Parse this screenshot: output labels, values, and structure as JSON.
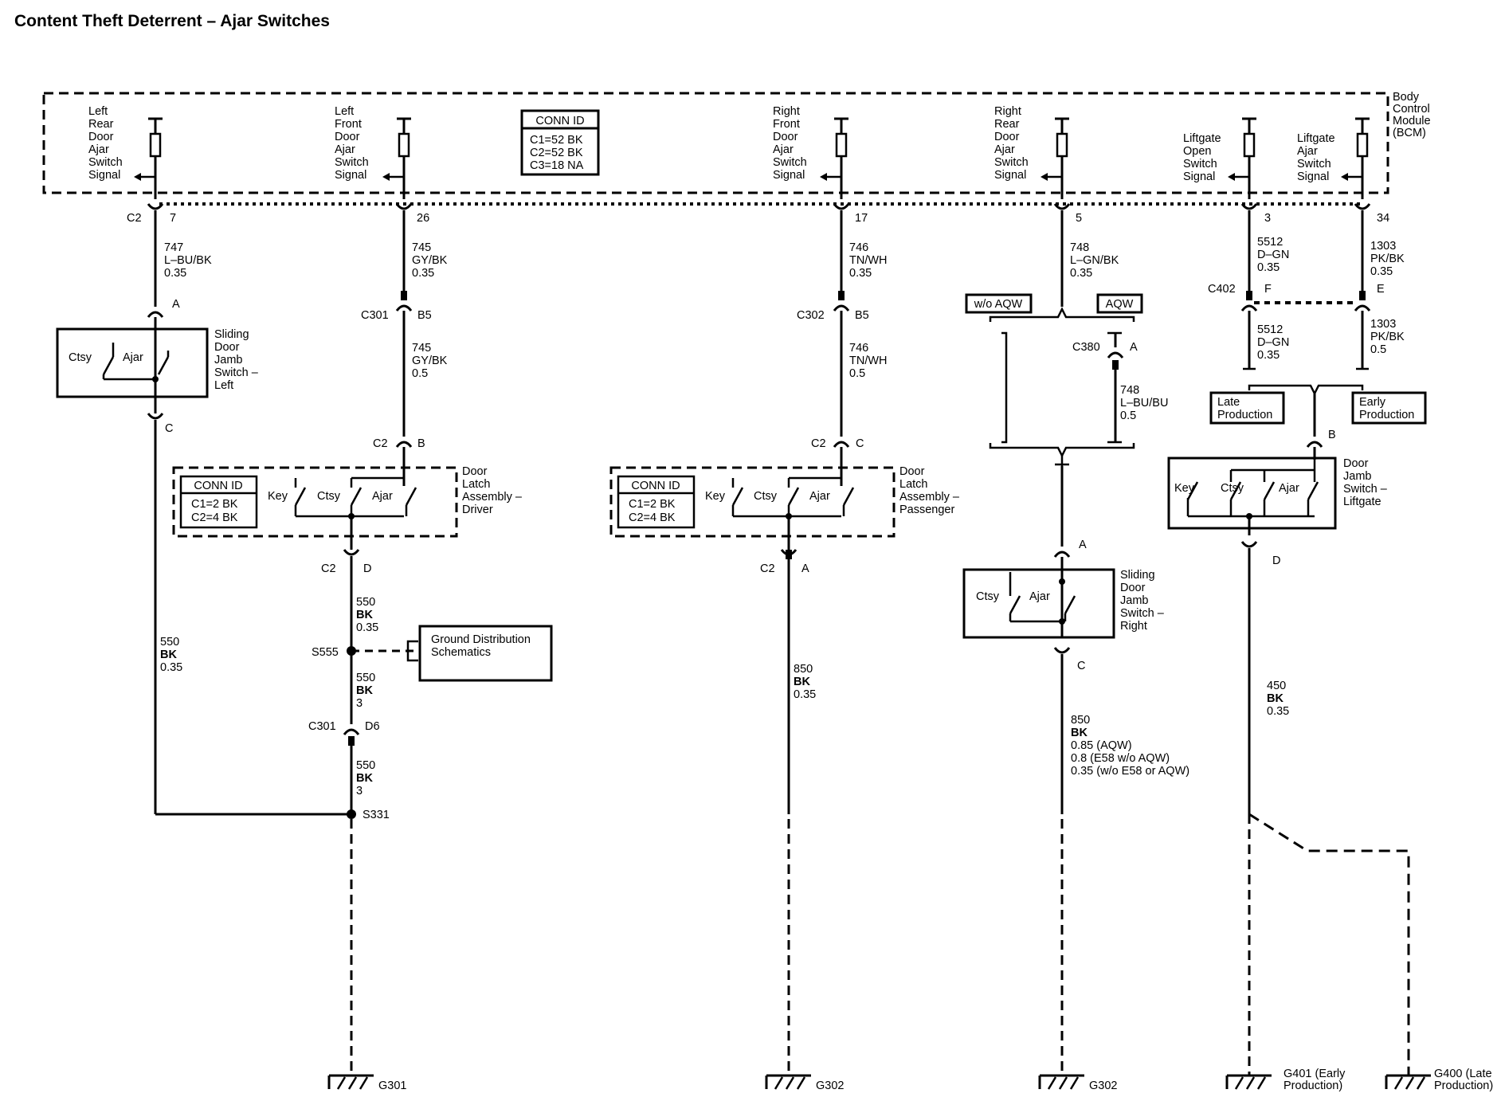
{
  "title": "Content Theft Deterrent – Ajar Switches",
  "bcm": {
    "label": [
      "Body",
      "Control",
      "Module",
      "(BCM)"
    ]
  },
  "conn_id_bcm": {
    "header": "CONN ID",
    "lines": [
      "C1=52 BK",
      "C2=52 BK",
      "C3=18 NA"
    ]
  },
  "conn_id_driver": {
    "header": "CONN ID",
    "lines": [
      "C1=2 BK",
      "C2=4 BK"
    ]
  },
  "conn_id_passenger": {
    "header": "CONN ID",
    "lines": [
      "C1=2 BK",
      "C2=4 BK"
    ]
  },
  "signals": {
    "left_rear": [
      "Left",
      "Rear",
      "Door",
      "Ajar",
      "Switch",
      "Signal"
    ],
    "left_front": [
      "Left",
      "Front",
      "Door",
      "Ajar",
      "Switch",
      "Signal"
    ],
    "right_front": [
      "Right",
      "Front",
      "Door",
      "Ajar",
      "Switch",
      "Signal"
    ],
    "right_rear": [
      "Right",
      "Rear",
      "Door",
      "Ajar",
      "Switch",
      "Signal"
    ],
    "liftgate_open": [
      "Liftgate",
      "Open",
      "Switch",
      "Signal"
    ],
    "liftgate_ajar": [
      "Liftgate",
      "Ajar",
      "Switch",
      "Signal"
    ]
  },
  "pins": {
    "c2": "C2",
    "p7": "7",
    "p26": "26",
    "p17": "17",
    "p5": "5",
    "p3": "3",
    "p34": "34"
  },
  "wires": {
    "w747": [
      "747",
      "L–BU/BK",
      "0.35"
    ],
    "w745a": [
      "745",
      "GY/BK",
      "0.35"
    ],
    "w745b": [
      "745",
      "GY/BK",
      "0.5"
    ],
    "w746a": [
      "746",
      "TN/WH",
      "0.35"
    ],
    "w746b": [
      "746",
      "TN/WH",
      "0.5"
    ],
    "w748a": [
      "748",
      "L–GN/BK",
      "0.35"
    ],
    "w748b": [
      "748",
      "L–BU/BU",
      "0.5"
    ],
    "w5512a": [
      "5512",
      "D–GN",
      "0.35"
    ],
    "w5512b": [
      "5512",
      "D–GN",
      "0.35"
    ],
    "w1303a": [
      "1303",
      "PK/BK",
      "0.35"
    ],
    "w1303b": [
      "1303",
      "PK/BK",
      "0.5"
    ],
    "w550left": [
      "550",
      "BK",
      "0.35"
    ],
    "w550a": [
      "550",
      "BK",
      "0.35"
    ],
    "w550b": [
      "550",
      "BK",
      "3"
    ],
    "w550c": [
      "550",
      "BK",
      "3"
    ],
    "w850a": [
      "850",
      "BK",
      "0.35"
    ],
    "w850b": [
      "850",
      "BK",
      "0.85 (AQW)",
      "0.8 (E58 w/o AQW)",
      "0.35 (w/o E58 or AQW)"
    ],
    "w450": [
      "450",
      "BK",
      "0.35"
    ]
  },
  "connectors": {
    "c301": "C301",
    "b5": "B5",
    "c302": "C302",
    "b5b": "B5",
    "c2b": "C2",
    "b": "B",
    "c2c": "C2",
    "c": "C",
    "c2d": "C2",
    "d": "D",
    "c2e": "C2",
    "a": "A",
    "c301b": "C301",
    "d6": "D6",
    "c380": "C380",
    "a380": "A",
    "c402": "C402",
    "f": "F",
    "e": "E",
    "a1": "A",
    "c1": "C",
    "a2": "A",
    "c3": "C",
    "b2": "B",
    "d2": "D"
  },
  "splices": {
    "s555": "S555",
    "s331": "S331"
  },
  "options": {
    "wo_aqw": "w/o AQW",
    "aqw": "AQW",
    "late": [
      "Late",
      "Production"
    ],
    "early": [
      "Early",
      "Production"
    ]
  },
  "components": {
    "sliding_left": [
      "Sliding",
      "Door",
      "Jamb",
      "Switch –",
      "Left"
    ],
    "sliding_right": [
      "Sliding",
      "Door",
      "Jamb",
      "Switch –",
      "Right"
    ],
    "latch_driver": [
      "Door",
      "Latch",
      "Assembly –",
      "Driver"
    ],
    "latch_passenger": [
      "Door",
      "Latch",
      "Assembly –",
      "Passenger"
    ],
    "jamb_liftgate": [
      "Door",
      "Jamb",
      "Switch –",
      "Liftgate"
    ],
    "ground_dist": [
      "Ground Distribution",
      "Schematics"
    ]
  },
  "switch_labels": {
    "ctsy": "Ctsy",
    "ajar": "Ajar",
    "key": "Key"
  },
  "grounds": {
    "g301": "G301",
    "g302a": "G302",
    "g302b": "G302",
    "g401": [
      "G401 (Early",
      "Production)"
    ],
    "g400": [
      "G400 (Late",
      "Production)"
    ]
  }
}
